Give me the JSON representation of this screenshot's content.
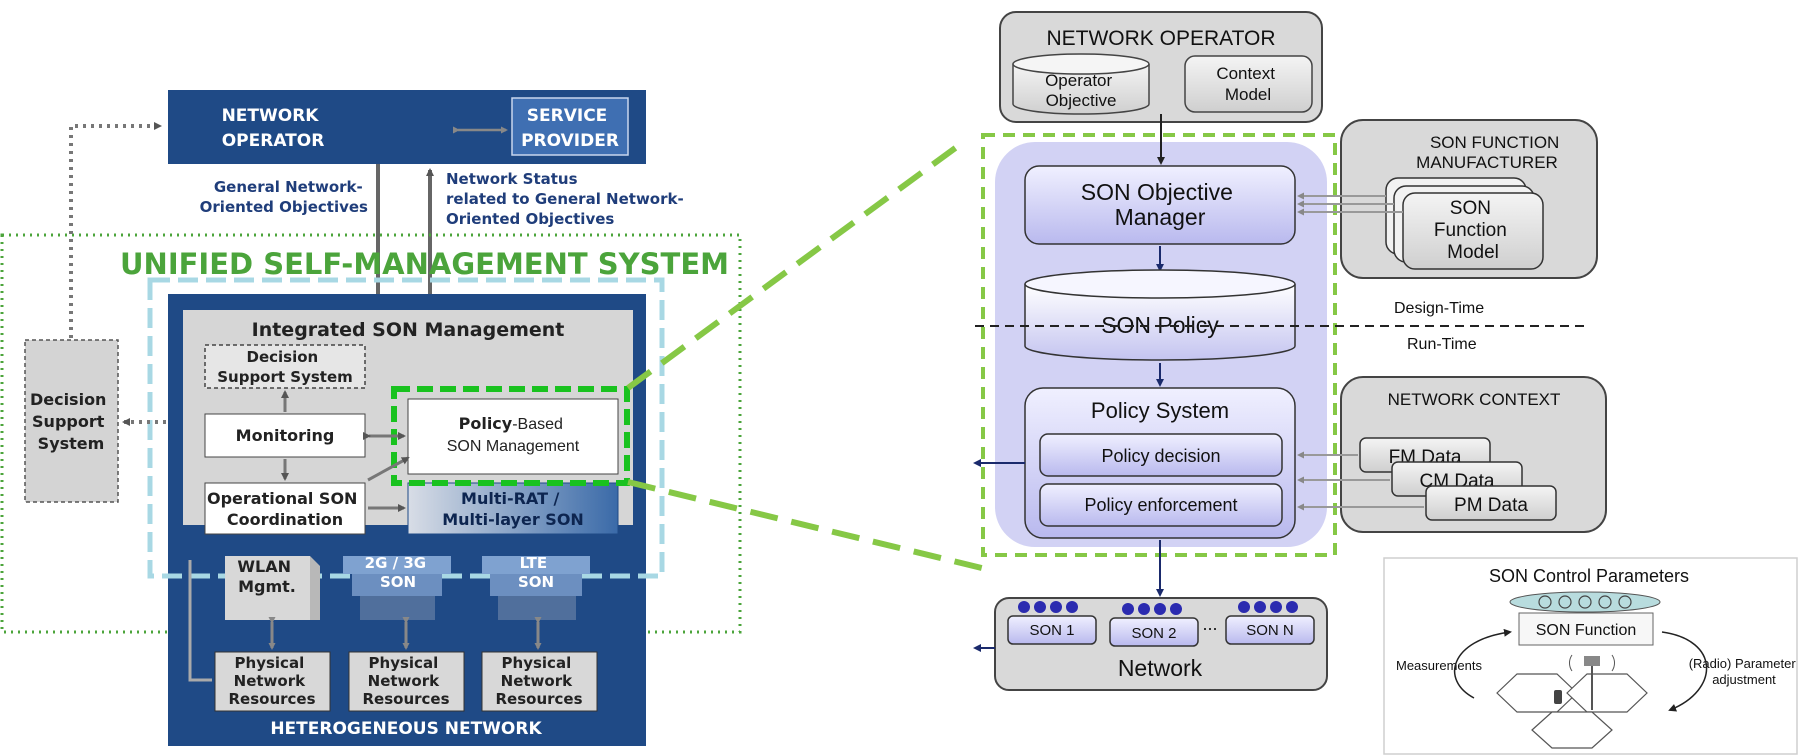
{
  "left": {
    "network_operator": [
      "NETWORK",
      "OPERATOR"
    ],
    "service_provider": [
      "SERVICE",
      "PROVIDER"
    ],
    "general_objectives": [
      "General Network-",
      "Oriented Objectives"
    ],
    "network_status": [
      "Network Status",
      "related to General Network-",
      "Oriented Objectives"
    ],
    "unified_title": "UNIFIED SELF-MANAGEMENT SYSTEM",
    "decision_support_outer": [
      "Decision",
      "Support",
      "System"
    ],
    "integrated_title": "Integrated SON Management",
    "decision_support_inner": [
      "Decision",
      "Support System"
    ],
    "monitoring": "Monitoring",
    "policy_based_bold": "Policy",
    "policy_based_rest": "-Based",
    "policy_based_line2": "SON Management",
    "operational": [
      "Operational SON",
      "Coordination"
    ],
    "multirat": [
      "Multi-RAT /",
      "Multi-layer SON"
    ],
    "wlan": [
      "WLAN",
      "Mgmt."
    ],
    "son_2g3g": [
      "2G / 3G",
      "SON"
    ],
    "son_lte": [
      "LTE",
      "SON"
    ],
    "physical": [
      "Physical",
      "Network",
      "Resources"
    ],
    "heterogeneous": "HETEROGENEOUS NETWORK"
  },
  "right": {
    "network_operator": "NETWORK OPERATOR",
    "operator_objective": [
      "Operator",
      "Objective"
    ],
    "context_model": [
      "Context",
      "Model"
    ],
    "son_objective_manager": [
      "SON Objective",
      "Manager"
    ],
    "son_function_manufacturer": [
      "SON FUNCTION",
      "MANUFACTURER"
    ],
    "son_function_model": [
      "SON",
      "Function",
      "Model"
    ],
    "son_policy": "SON Policy",
    "design_time": "Design-Time",
    "run_time": "Run-Time",
    "policy_system": "Policy System",
    "policy_decision": "Policy decision",
    "policy_enforcement": "Policy enforcement",
    "network_context": "NETWORK CONTEXT",
    "fm_data": "FM Data",
    "cm_data": "CM Data",
    "pm_data": "PM Data",
    "son_nodes": [
      "SON 1",
      "SON 2",
      "SON N"
    ],
    "ellipsis": "...",
    "network": "Network"
  },
  "inset": {
    "title": "SON Control Parameters",
    "son_function": "SON Function",
    "measurements": "Measurements",
    "radio_param": [
      "(Radio) Parameter",
      "adjustment"
    ]
  },
  "colors": {
    "navy": "#1f4a86",
    "unified_green": "#4ba43b",
    "zoom_green": "#86c846",
    "light_blue_dash": "#a8d8e4",
    "lavender": "#d2d2f4",
    "son_box": "#d9d9fa"
  }
}
